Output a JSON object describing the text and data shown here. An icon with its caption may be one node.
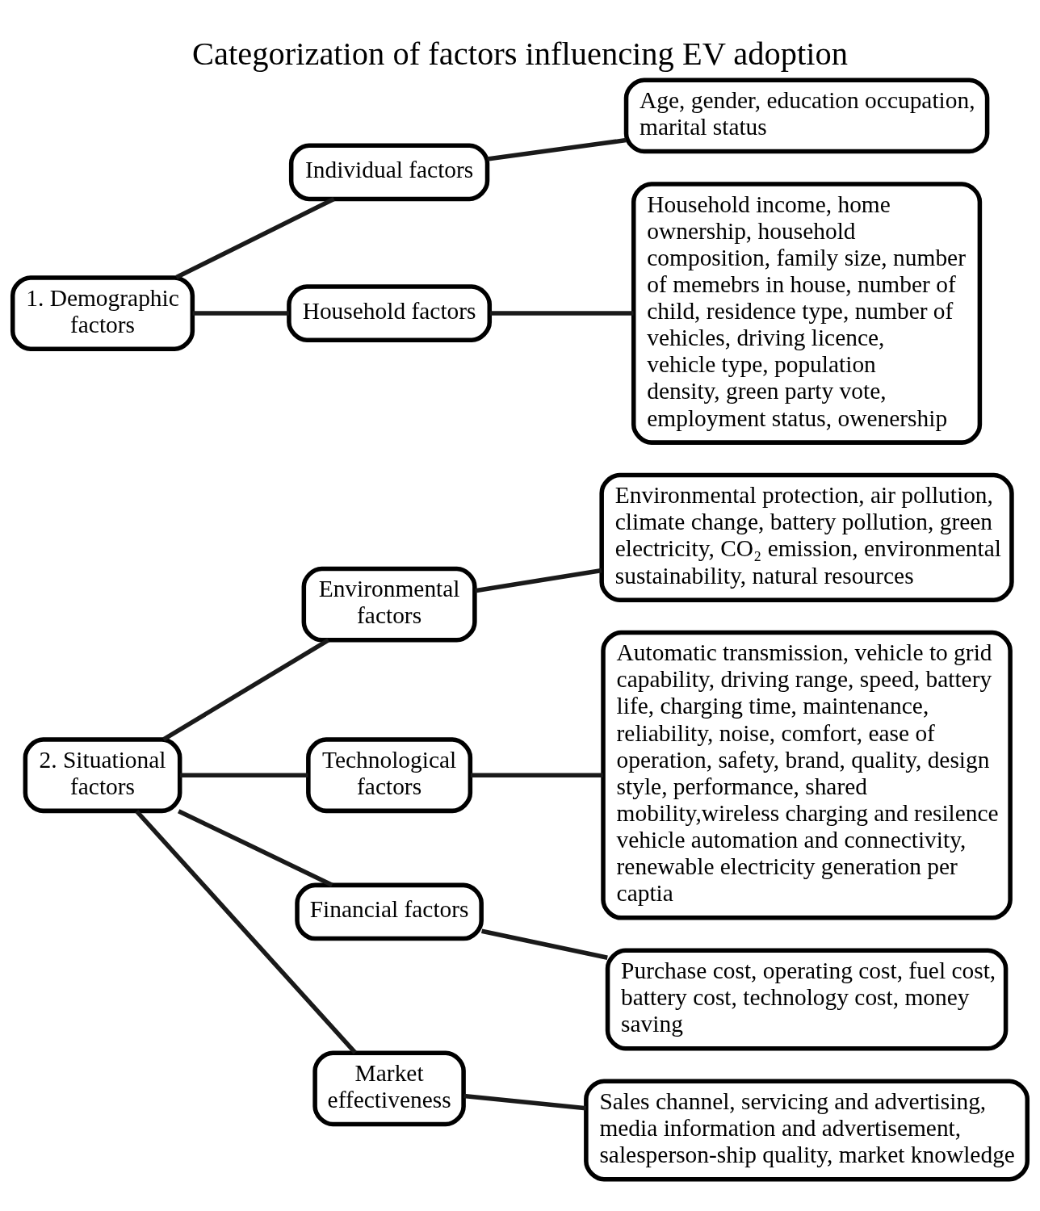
{
  "diagram": {
    "title": "Categorization of factors influencing EV adoption",
    "nodes": [
      {
        "text": [
          "1. Demographic factors"
        ]
      },
      {
        "text": [
          "Individual factors"
        ]
      },
      {
        "text": [
          "Age, gender, education occupation, marital status"
        ]
      },
      {
        "text": [
          "Household factors"
        ]
      },
      {
        "text": [
          "Household income, home ownership, household composition, family size, number of memebrs in house, number of child, residence type, number of vehicles, driving licence, vehicle type, population density, green party vote, employment status, owenership"
        ]
      },
      {
        "text": [
          "2. Situational factors"
        ]
      },
      {
        "text": [
          "Environmental factors"
        ]
      },
      {
        "text": [
          "Environmental protection, air pollution, climate change, battery pollution, green electricity, CO₂ emission, environmental sustainability, natural resources"
        ]
      },
      {
        "text": [
          "Technological factors"
        ]
      },
      {
        "text": [
          "Automatic transmission, vehicle to grid capability, driving range, speed, battery life, charging time, maintenance, reliability, noise, comfort, ease of operation, safety, brand, quality, design style, performance, shared mobility,wireless charging and resilence vehicle automation and connectivity, renewable electricity generation per captia"
        ]
      },
      {
        "text": [
          "Financial factors"
        ]
      },
      {
        "text": [
          "Purchase cost, operating cost, fuel cost, battery cost, technology cost, money saving"
        ]
      },
      {
        "text": [
          "Market effectiveness"
        ]
      },
      {
        "text": [
          "Sales channel, servicing and advertising, media information and advertisement, salesperson-ship quality, market knowledge"
        ]
      }
    ],
    "edges": [
      {
        "from": 0,
        "to": 1,
        "arrow": "none"
      },
      {
        "from": 1,
        "to": 2,
        "arrow": "none"
      },
      {
        "from": 0,
        "to": 3,
        "arrow": "none"
      },
      {
        "from": 3,
        "to": 4,
        "arrow": "none"
      },
      {
        "from": 5,
        "to": 6,
        "arrow": "none"
      },
      {
        "from": 6,
        "to": 7,
        "arrow": "none"
      },
      {
        "from": 5,
        "to": 8,
        "arrow": "none"
      },
      {
        "from": 8,
        "to": 9,
        "arrow": "none"
      },
      {
        "from": 5,
        "to": 10,
        "arrow": "none"
      },
      {
        "from": 10,
        "to": 11,
        "arrow": "none"
      },
      {
        "from": 5,
        "to": 12,
        "arrow": "none"
      },
      {
        "from": 12,
        "to": 13,
        "arrow": "none"
      }
    ]
  }
}
